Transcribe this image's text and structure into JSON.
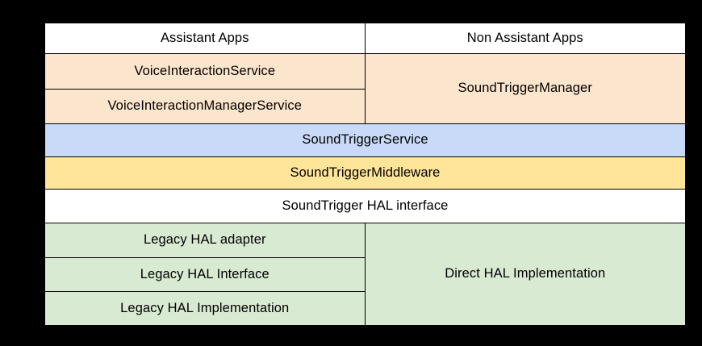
{
  "palette": {
    "background": "#000000",
    "white": "#ffffff",
    "peach": "#fce5cd",
    "blue": "#c9daf8",
    "yellow": "#ffe599",
    "green": "#d9ead3",
    "border": "#000000",
    "text": "#000000"
  },
  "diagram": {
    "cells": {
      "assistant_apps": "Assistant Apps",
      "non_assistant_apps": "Non Assistant Apps",
      "voice_interaction_service": "VoiceInteractionService",
      "voice_interaction_manager_service": "VoiceInteractionManagerService",
      "sound_trigger_manager": "SoundTriggerManager",
      "sound_trigger_service": "SoundTriggerService",
      "sound_trigger_middleware": "SoundTriggerMiddleware",
      "sound_trigger_hal_interface": "SoundTrigger HAL interface",
      "legacy_hal_adapter": "Legacy HAL adapter",
      "legacy_hal_interface": "Legacy HAL Interface",
      "legacy_hal_implementation": "Legacy HAL Implementation",
      "direct_hal_implementation": "Direct HAL Implementation"
    }
  }
}
